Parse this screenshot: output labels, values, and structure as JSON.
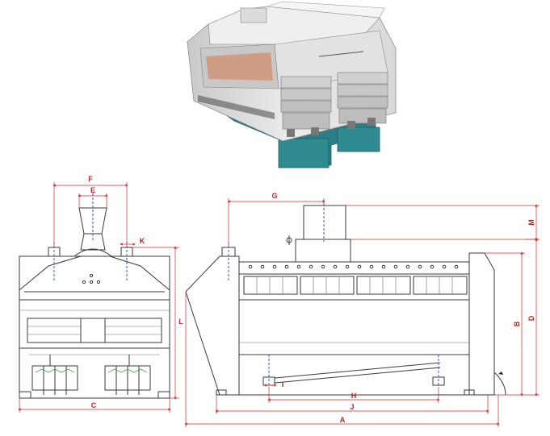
{
  "colors": {
    "dimension": "#cc2b2b",
    "centerline": "#3d55c4",
    "outline": "#3a3a3a",
    "machine_body": "#e6e6e6",
    "machine_base": "#2a7f86",
    "feed_accent": "#d47a4a",
    "screen_green": "#4aa84a"
  },
  "photo": {
    "icon": "grain-separator-machine-photo"
  },
  "front_view": {
    "labels": {
      "F": "F",
      "E": "E",
      "K": "K",
      "L": "L",
      "C": "C"
    }
  },
  "side_view": {
    "labels": {
      "G": "G",
      "M": "M",
      "B": "B",
      "D": "D",
      "I": "I",
      "H": "H",
      "J": "J",
      "A": "A"
    }
  }
}
